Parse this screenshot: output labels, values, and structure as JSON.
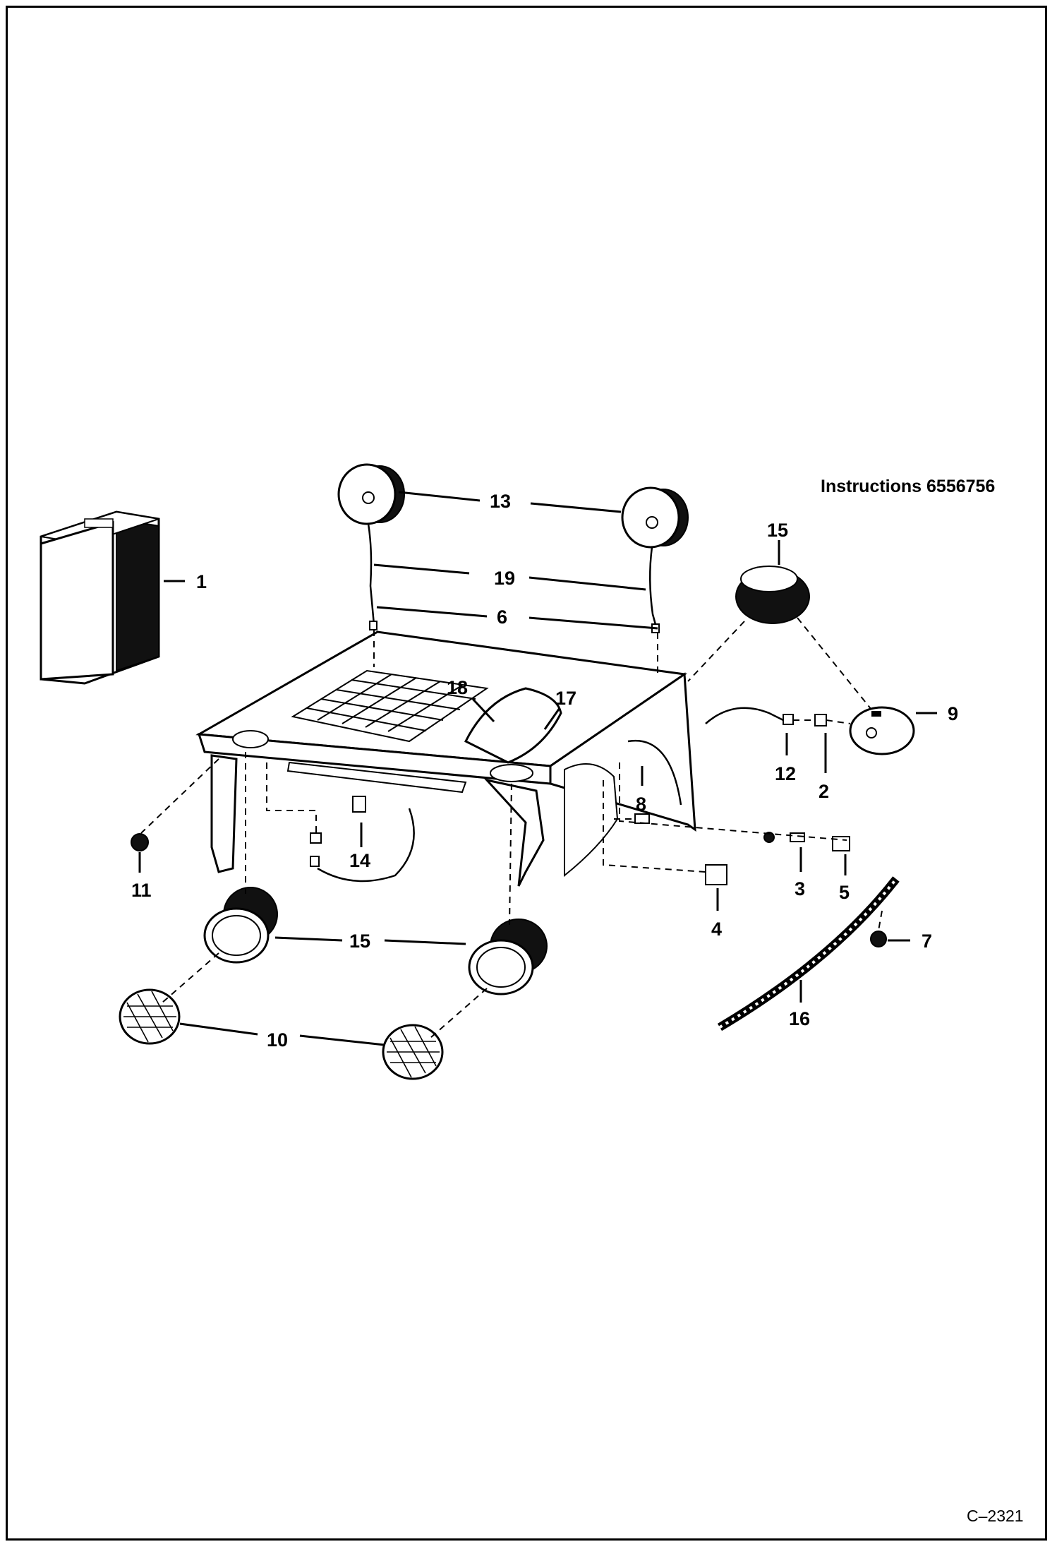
{
  "diagram": {
    "instructions": "Instructions 6556756",
    "drawing_code": "C–2321",
    "callouts": [
      "1",
      "2",
      "3",
      "4",
      "5",
      "6",
      "7",
      "8",
      "9",
      "10",
      "11",
      "12",
      "13",
      "14",
      "15",
      "15",
      "16",
      "17",
      "18",
      "19"
    ]
  }
}
